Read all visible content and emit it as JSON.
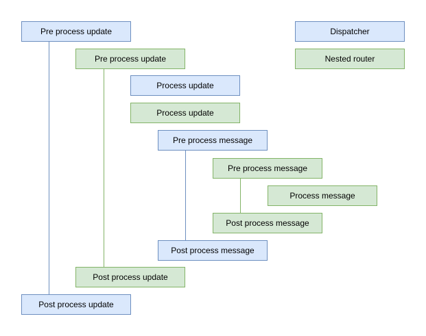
{
  "diagram": {
    "colors": {
      "dispatcher_fill": "#dae8fc",
      "dispatcher_border": "#6c8ebf",
      "nested_router_fill": "#d5e8d4",
      "nested_router_border": "#82b366",
      "text": "#000000",
      "background": "#ffffff"
    },
    "legend": [
      {
        "label": "Dispatcher",
        "type": "dispatcher"
      },
      {
        "label": "Nested router",
        "type": "nested_router"
      }
    ],
    "nodes": [
      {
        "label": "Pre process update",
        "type": "dispatcher"
      },
      {
        "label": "Pre process update",
        "type": "nested_router"
      },
      {
        "label": "Process update",
        "type": "dispatcher"
      },
      {
        "label": "Process update",
        "type": "nested_router"
      },
      {
        "label": "Pre process message",
        "type": "dispatcher"
      },
      {
        "label": "Pre process message",
        "type": "nested_router"
      },
      {
        "label": "Process message",
        "type": "nested_router"
      },
      {
        "label": "Post process message",
        "type": "nested_router"
      },
      {
        "label": "Post process message",
        "type": "dispatcher"
      },
      {
        "label": "Post process update",
        "type": "nested_router"
      },
      {
        "label": "Post process update",
        "type": "dispatcher"
      }
    ]
  }
}
